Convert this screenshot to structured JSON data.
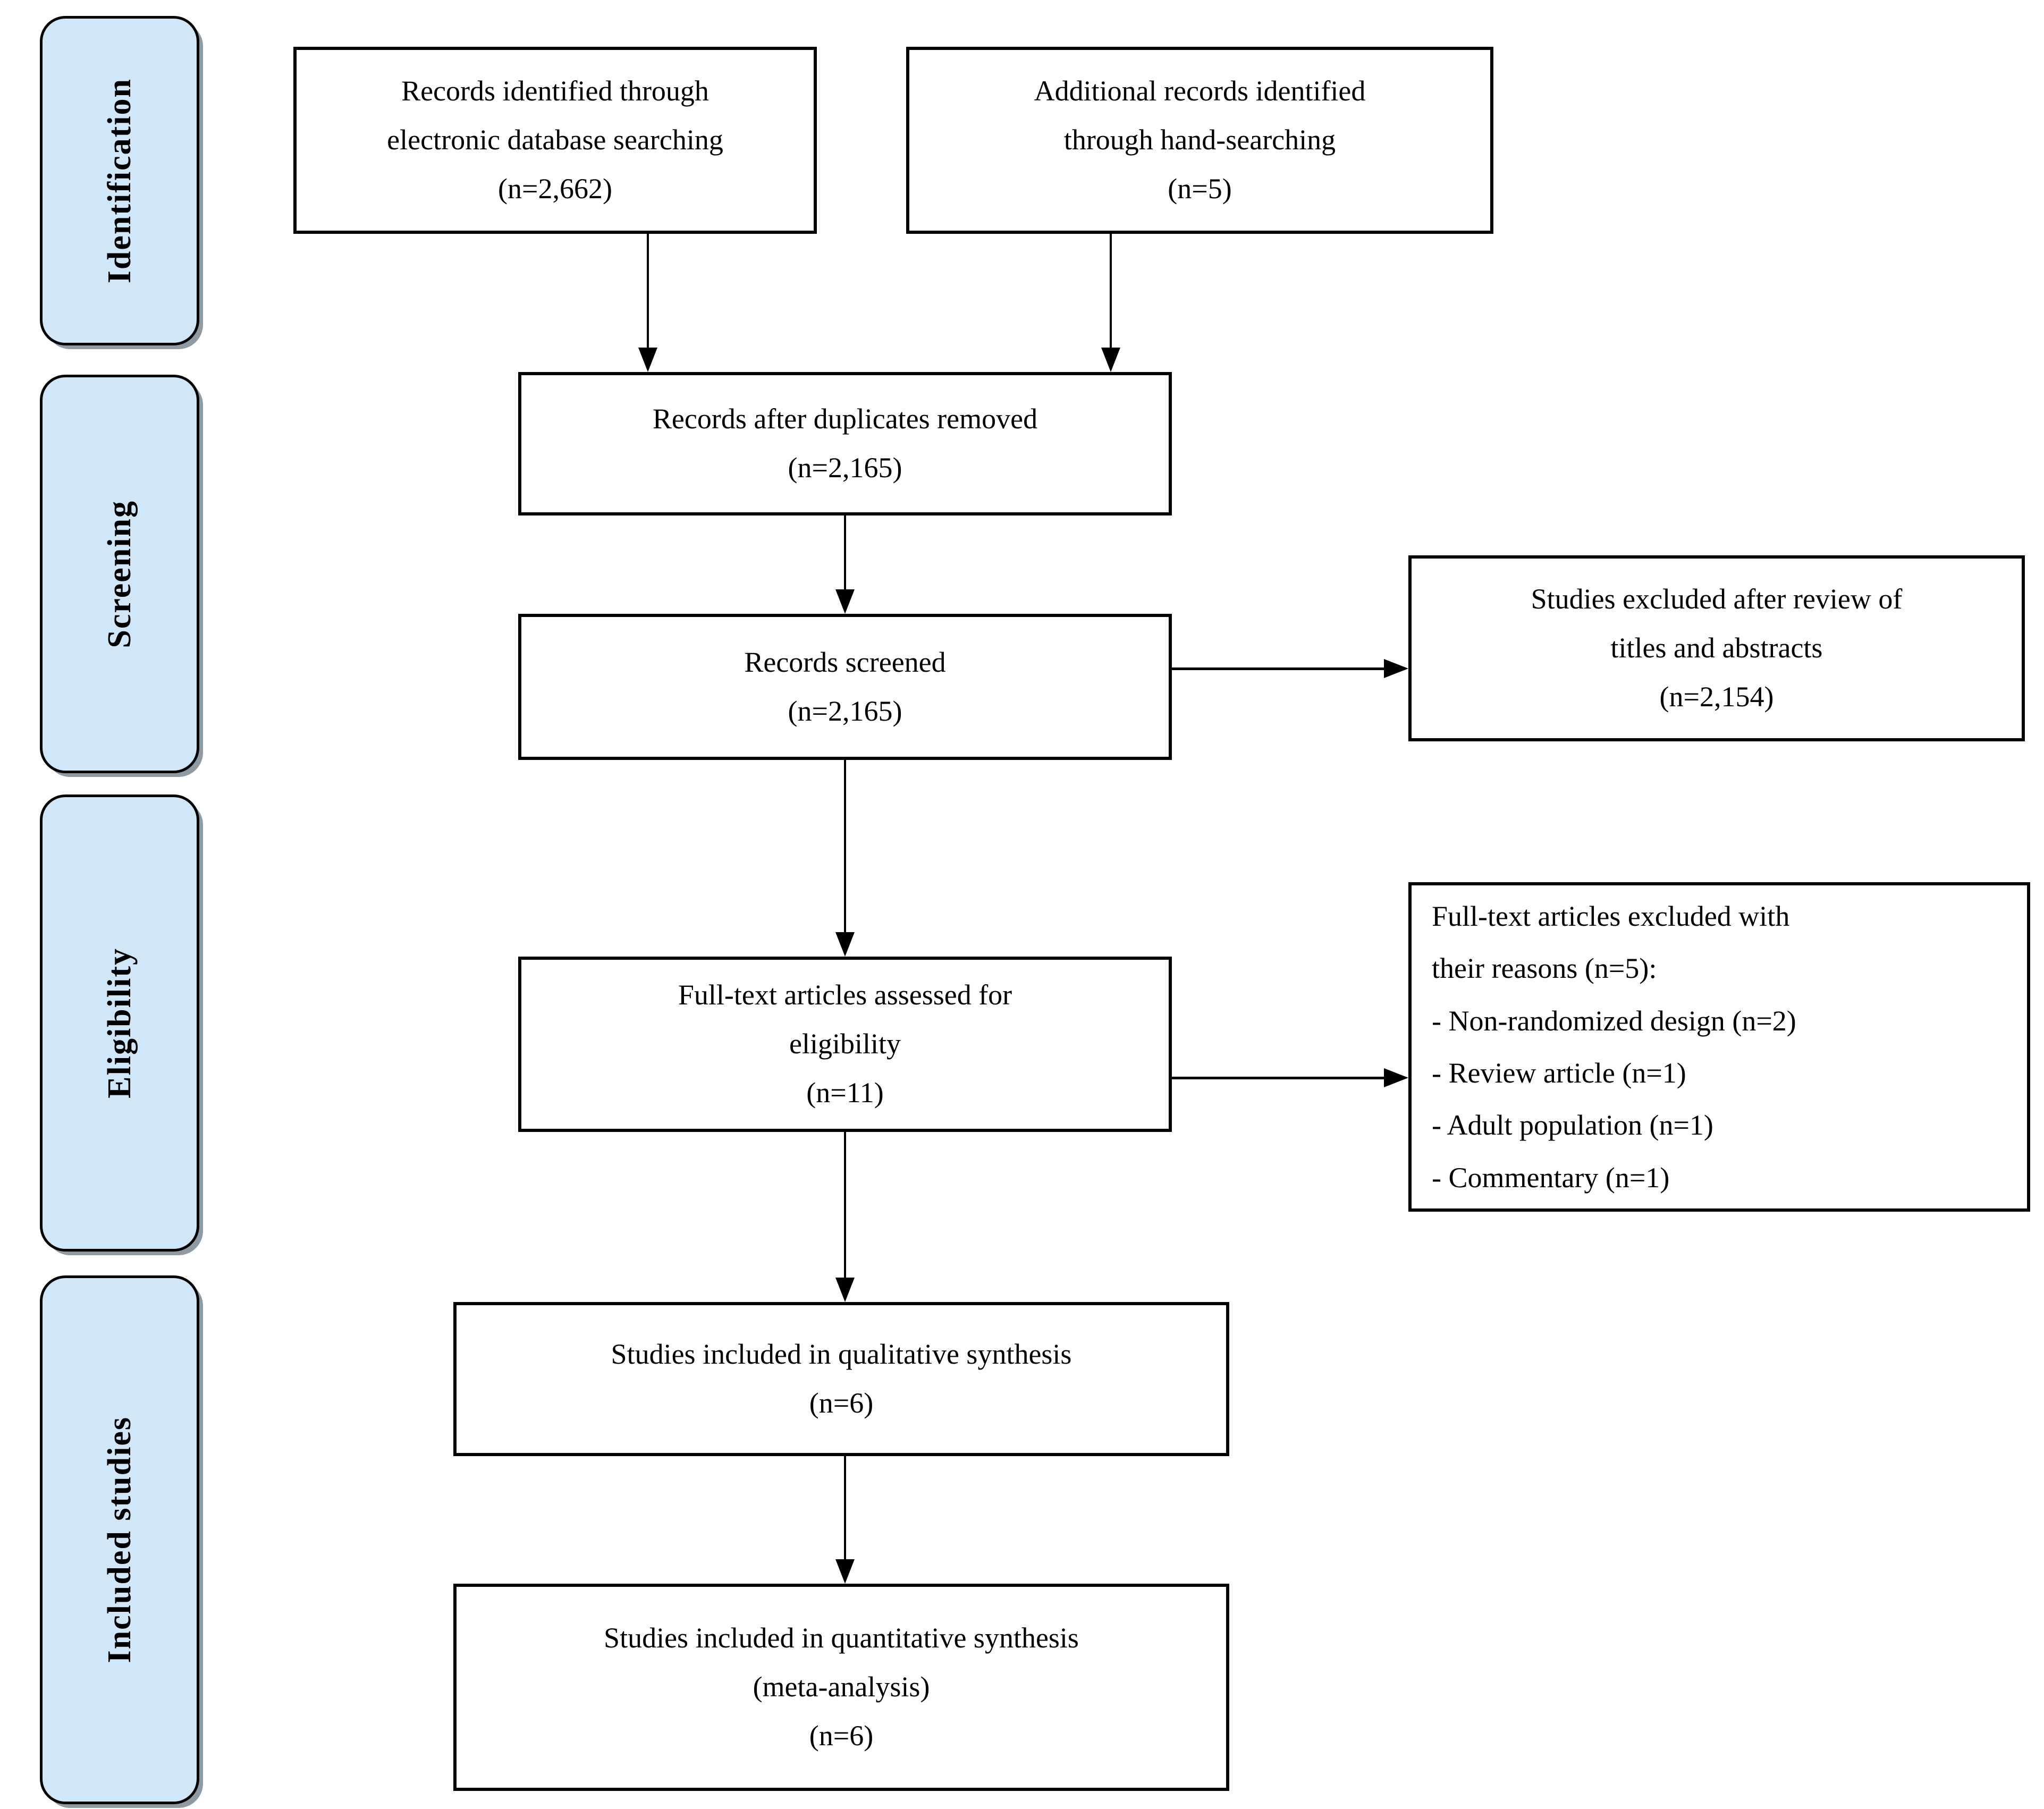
{
  "diagram_type": "prisma-flow-diagram",
  "colors": {
    "stage_fill": "#cfe7f8",
    "box_fill": "#ffffff",
    "line": "#000000",
    "text": "#000000"
  },
  "stages": [
    {
      "label": "Identification"
    },
    {
      "label": "Screening"
    },
    {
      "label": "Eligibility"
    },
    {
      "label": "Included studies"
    }
  ],
  "boxes": {
    "identified": {
      "lines": [
        "Records identified through",
        "electronic database searching",
        "(n=2,662)"
      ]
    },
    "additional": {
      "lines": [
        "Additional records identified",
        "through hand-searching",
        "(n=5)"
      ]
    },
    "duplicates_removed": {
      "lines": [
        "Records after duplicates removed",
        "(n=2,165)"
      ]
    },
    "screened": {
      "lines": [
        "Records screened",
        "(n=2,165)"
      ]
    },
    "excluded_titles_abstracts": {
      "lines": [
        "Studies excluded after review of",
        "titles and abstracts",
        "(n=2,154)"
      ]
    },
    "fulltext_assessed": {
      "lines": [
        "Full-text articles assessed for",
        "eligibility",
        "(n=11)"
      ]
    },
    "fulltext_excluded": {
      "lines": [
        "Full-text articles excluded with",
        "their reasons (n=5):",
        "- Non-randomized design (n=2)",
        "- Review article (n=1)",
        "- Adult population (n=1)",
        "- Commentary (n=1)"
      ]
    },
    "qualitative": {
      "lines": [
        "Studies included in qualitative synthesis",
        "(n=6)"
      ]
    },
    "quantitative": {
      "lines": [
        "Studies included in quantitative synthesis",
        "(meta-analysis)",
        "(n=6)"
      ]
    }
  }
}
